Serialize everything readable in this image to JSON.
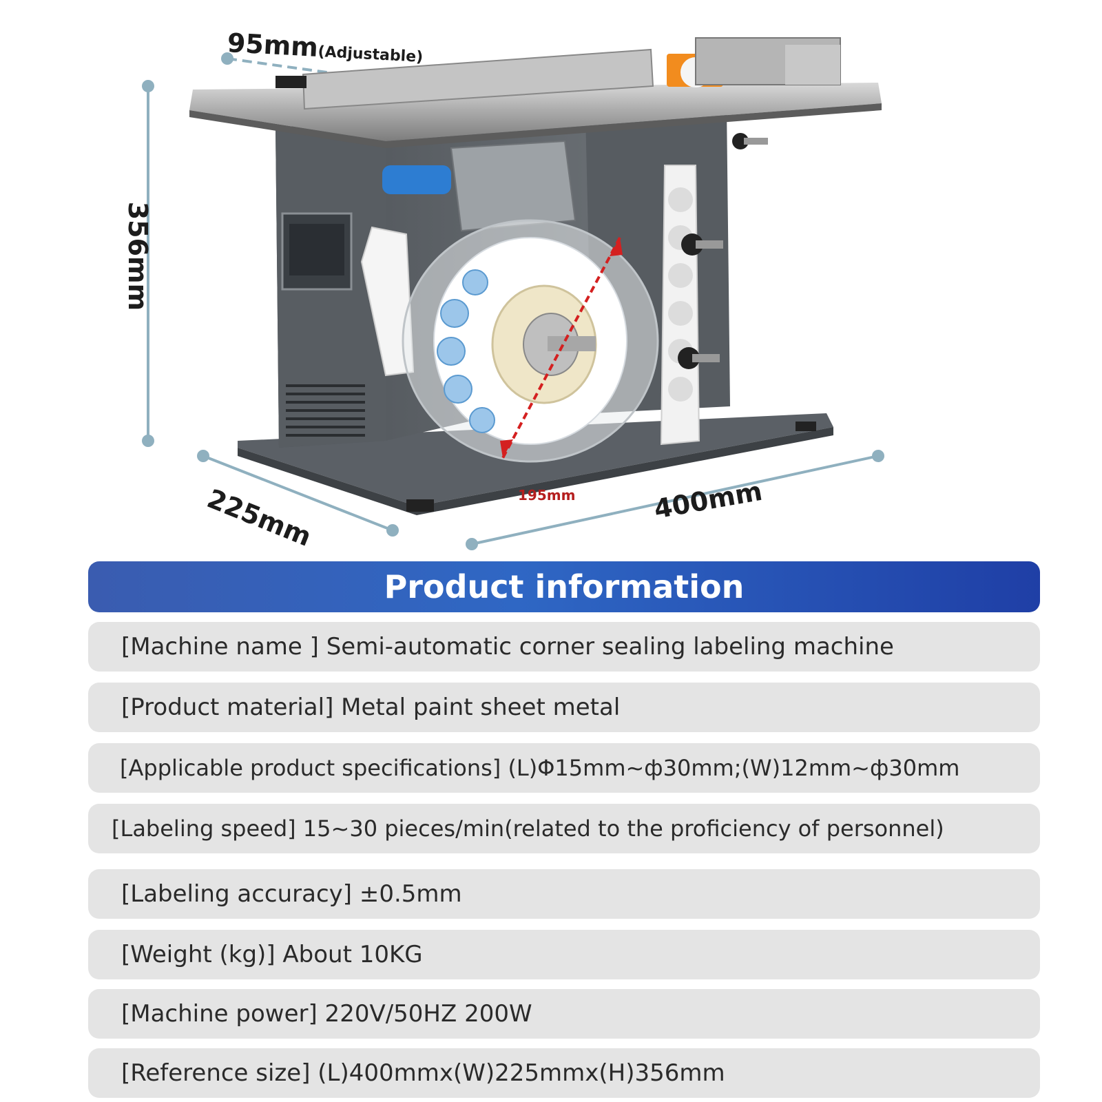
{
  "dimensions": {
    "top_width": "95mm",
    "top_width_note": "(Adjustable)",
    "height": "356mm",
    "depth": "225mm",
    "length": "400mm",
    "roll_diameter": "195mm"
  },
  "colors": {
    "header_blue": "#2f5fbf",
    "row_gray": "#e4e4e4",
    "dimension_line": "#8fb0bf",
    "roll_arrow": "#d42020"
  },
  "info": {
    "header": "Product information",
    "rows": [
      "[Machine name ] Semi-automatic corner sealing labeling machine",
      "[Product material] Metal paint sheet metal",
      "[Applicable product specifications]  (L)Φ15mm~ф30mm;(W)12mm~ф30mm",
      "[Labeling speed] 15~30 pieces/min(related to the proficiency of personnel)",
      "[Labeling accuracy] ±0.5mm",
      "[Weight (kg)] About 10KG",
      "[Machine power] 220V/50HZ 200W",
      "[Reference size] (L)400mmx(W)225mmx(H)356mm"
    ]
  }
}
